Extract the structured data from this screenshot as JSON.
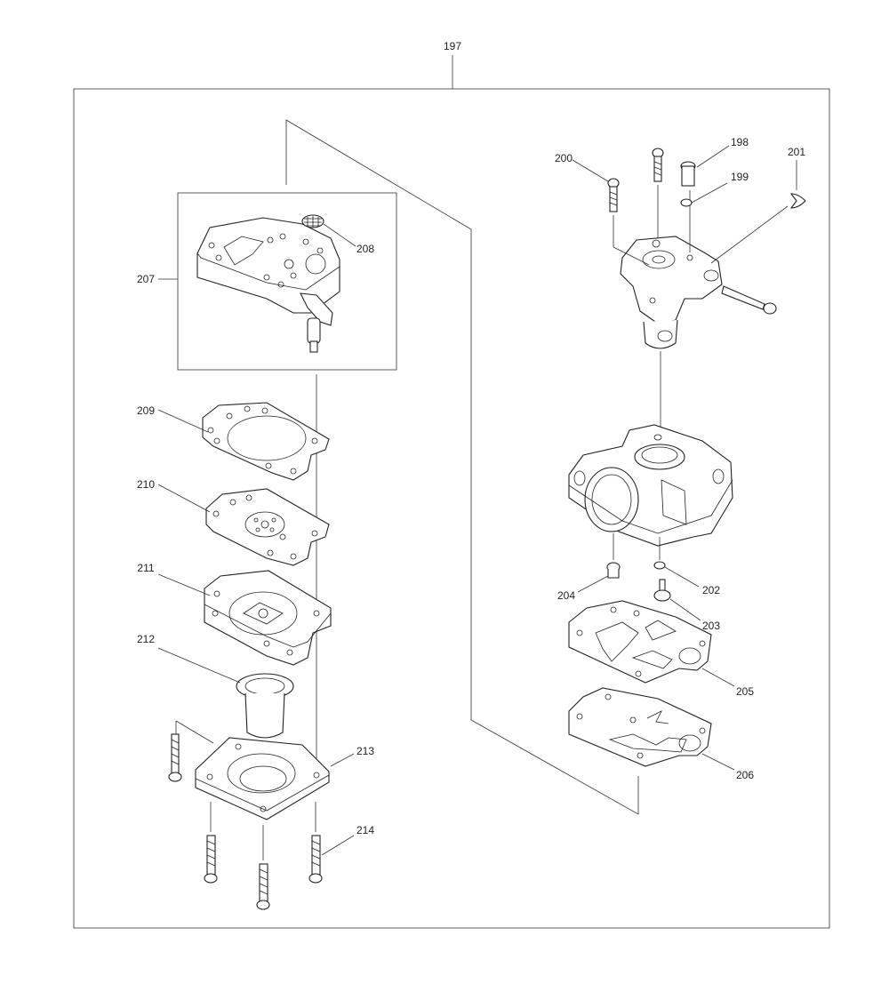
{
  "diagram": {
    "labels": {
      "p197": "197",
      "p198": "198",
      "p199": "199",
      "p200": "200",
      "p201": "201",
      "p202": "202",
      "p203": "203",
      "p204": "204",
      "p205": "205",
      "p206": "206",
      "p207": "207",
      "p208": "208",
      "p209": "209",
      "p210": "210",
      "p211": "211",
      "p212": "212",
      "p213": "213",
      "p214": "214"
    },
    "colors": {
      "line": "#222222",
      "background": "#ffffff"
    }
  }
}
